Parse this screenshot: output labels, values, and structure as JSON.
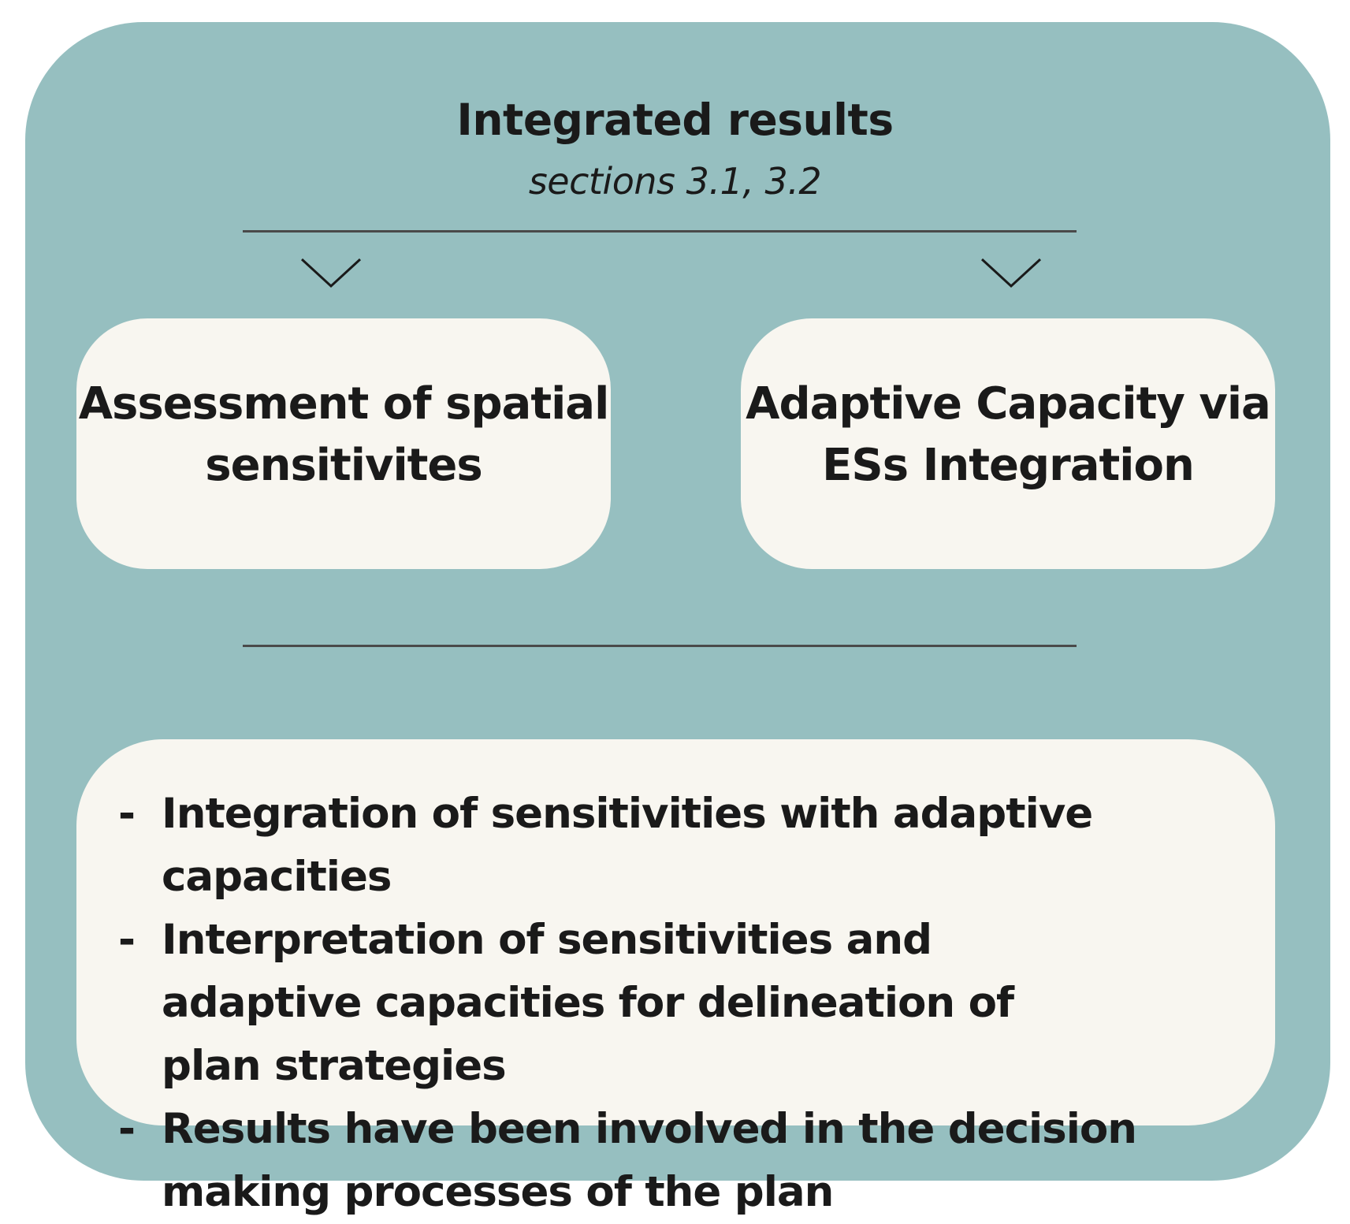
{
  "header": {
    "title": "Integrated results",
    "subtitle": "sections 3.1, 3.2"
  },
  "boxes": [
    {
      "line1": "Assessment of spatial",
      "line2": "sensitivites"
    },
    {
      "line1": "Adaptive Capacity via",
      "line2": "ESs Integration"
    }
  ],
  "outcomes": {
    "bullet": "-",
    "items": [
      {
        "text": "Integration of sensitivities with adaptive capacities"
      },
      {
        "text": "Interpretation of sensitivities and adaptive capacities for delineation of plan strategies"
      },
      {
        "text": "Results have been involved in the decision making processes of the plan"
      }
    ]
  },
  "colors": {
    "panel": "#96bfc0",
    "box": "#f8f6f0",
    "text": "#1a1a1a",
    "line": "#4a4a4a"
  },
  "icons": {
    "arrow": "chevron-down-icon"
  }
}
